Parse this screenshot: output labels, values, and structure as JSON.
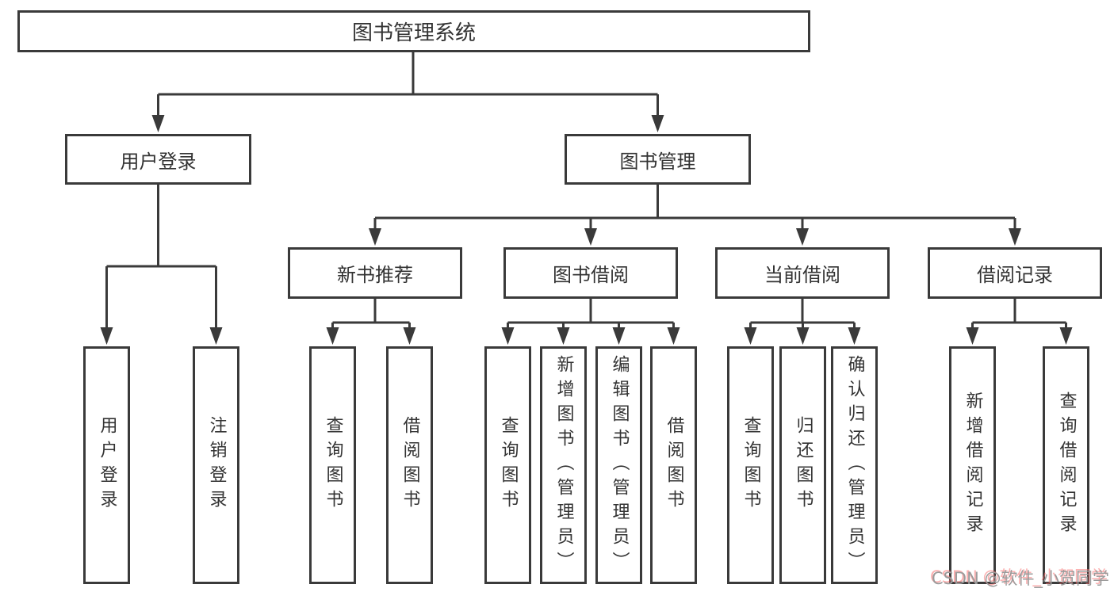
{
  "root": {
    "label": "图书管理系统"
  },
  "level2": [
    {
      "label": "用户登录"
    },
    {
      "label": "图书管理"
    }
  ],
  "level3": [
    {
      "label": "新书推荐"
    },
    {
      "label": "图书借阅"
    },
    {
      "label": "当前借阅"
    },
    {
      "label": "借阅记录"
    }
  ],
  "leaves": [
    {
      "label": "用户登录"
    },
    {
      "label": "注销登录"
    },
    {
      "label": "查询图书"
    },
    {
      "label": "借阅图书"
    },
    {
      "label": "查询图书"
    },
    {
      "label": "新增图书（管理员）"
    },
    {
      "label": "编辑图书（管理员）"
    },
    {
      "label": "借阅图书"
    },
    {
      "label": "查询图书"
    },
    {
      "label": "归还图书"
    },
    {
      "label": "确认归还（管理员）"
    },
    {
      "label": "新增借阅记录"
    },
    {
      "label": "查询借阅记录"
    }
  ],
  "watermark": {
    "text": "CSDN @软件_小贺同学"
  },
  "colors": {
    "line": "#3a3a3a",
    "text": "#333333",
    "background": "#ffffff",
    "watermark_gray": "#9b9b9b",
    "watermark_red": "#fa7070"
  }
}
